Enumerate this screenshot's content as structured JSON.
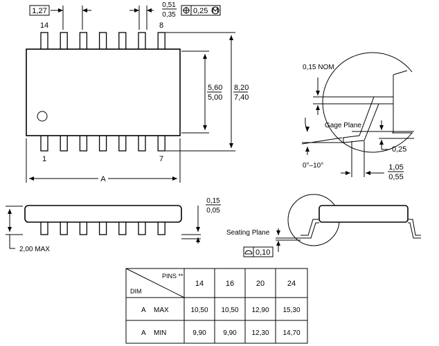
{
  "top_view": {
    "pin_pitch": "1,27",
    "pin_width_max": "0,51",
    "pin_width_min": "0,35",
    "position_tolerance": "0,25",
    "pin_label_14": "14",
    "pin_label_8": "8",
    "pin_label_1": "1",
    "pin_label_7": "7",
    "body_width_max": "5,60",
    "body_width_min": "5,00",
    "overall_width_max": "8,20",
    "overall_width_min": "7,40",
    "length_label": "A"
  },
  "gage_detail": {
    "lead_thickness_nom": "0,15 NOM",
    "gage_plane_label": "Gage Plane",
    "gage_height": "0,25",
    "angle_range": "0°–10°",
    "foot_length_max": "1,05",
    "foot_length_min": "0,55"
  },
  "side_view": {
    "height_max": "2,00 MAX",
    "standoff_max": "0,15",
    "standoff_min": "0,05",
    "seating_plane_label": "Seating Plane",
    "coplanarity": "0,10"
  },
  "table": {
    "header_pins": "PINS **",
    "header_dim": "DIM",
    "pin_counts": [
      "14",
      "16",
      "20",
      "24"
    ],
    "rows": [
      {
        "dim": "A",
        "qualifier": "MAX",
        "values": [
          "10,50",
          "10,50",
          "12,90",
          "15,30"
        ]
      },
      {
        "dim": "A",
        "qualifier": "MIN",
        "values": [
          "9,90",
          "9,90",
          "12,30",
          "14,70"
        ]
      }
    ]
  }
}
